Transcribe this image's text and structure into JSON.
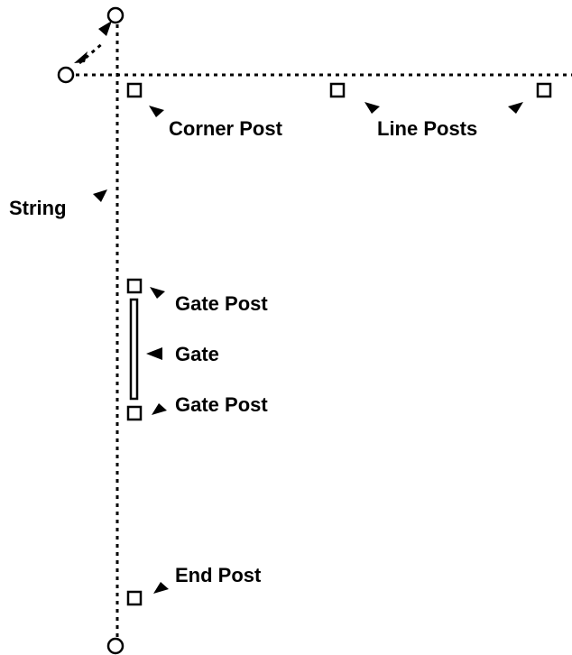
{
  "labels": {
    "corner_post": "Corner Post",
    "line_posts": "Line Posts",
    "string": "String",
    "gate_post_top": "Gate Post",
    "gate": "Gate",
    "gate_post_bottom": "Gate Post",
    "end_post": "End Post"
  },
  "colors": {
    "line": "#000000",
    "background": "#ffffff"
  }
}
